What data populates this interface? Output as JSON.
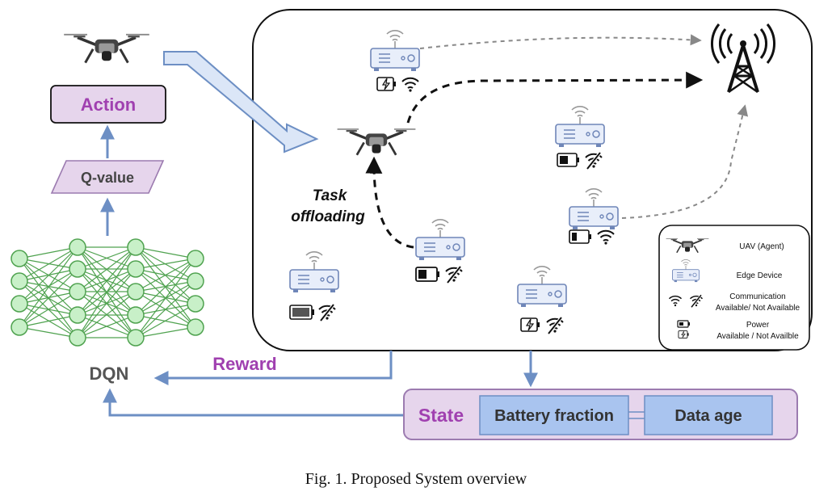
{
  "left_panel": {
    "action_label": "Action",
    "qvalue_label": "Q-value",
    "dqn_label": "DQN"
  },
  "environment": {
    "task_offloading_line1": "Task",
    "task_offloading_line2": "offloading"
  },
  "reward_label": "Reward",
  "state": {
    "title": "State",
    "fields": [
      "Battery fraction",
      "Data age"
    ]
  },
  "legend": {
    "uav": "UAV (Agent)",
    "edge": "Edge Device",
    "comm_title": "Communication",
    "comm_sub": "Available/ Not Available",
    "power_title": "Power",
    "power_sub": "Available / Not Availble"
  },
  "caption": "Fig. 1.  Proposed System overview",
  "colors": {
    "purple_text": "#a040b0",
    "purple_fill": "#e6d5ec",
    "purple_stroke": "#9c7bb0",
    "blue_arrow": "#6d8fc4",
    "blue_fill": "#a9c4ef",
    "net_green": "#4fa24f",
    "net_fill": "#c8f0c8",
    "device_fill": "#e8eefa",
    "device_stroke": "#6f86b8"
  }
}
